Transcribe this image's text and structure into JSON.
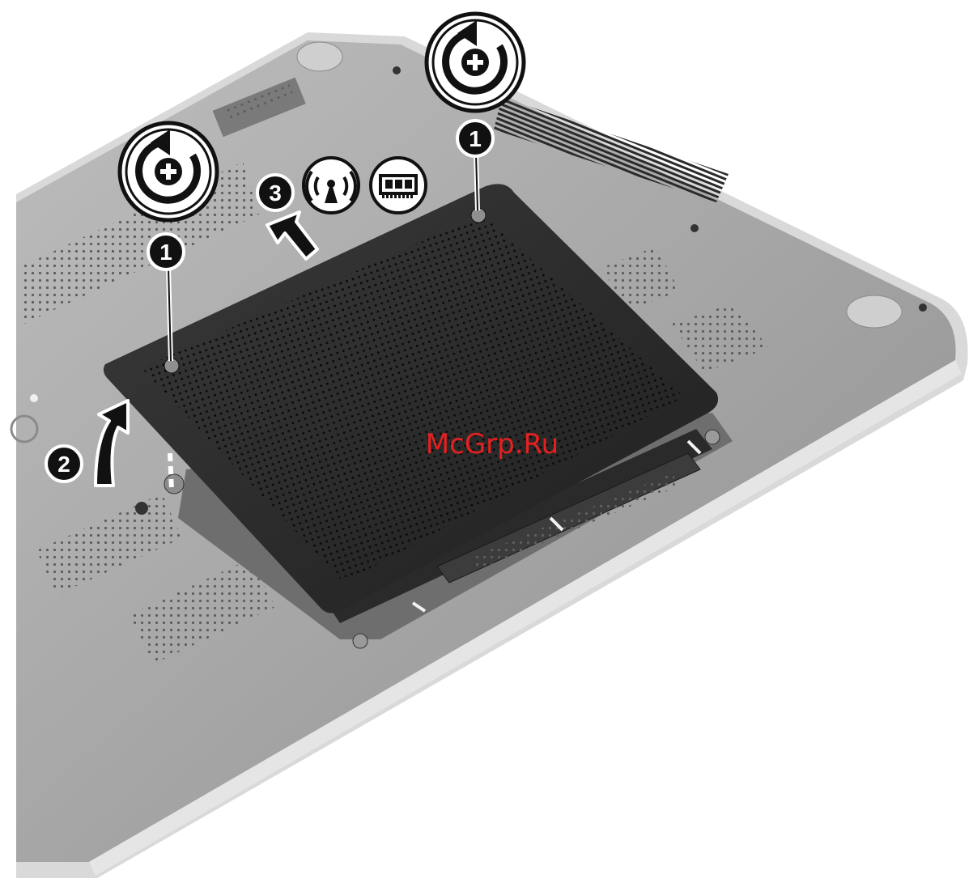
{
  "watermark": "McGrp.Ru",
  "callouts": {
    "step1": "1",
    "step2": "2",
    "step3": "3"
  },
  "icons": [
    "rotate-counterclockwise-screw-icon",
    "wireless-antenna-icon",
    "memory-module-icon",
    "arrow-lift-icon",
    "arrow-slide-icon"
  ],
  "colors": {
    "chassis": "#a9a9a9",
    "chassis_edge": "#cfcfcf",
    "cover": "#2b2b2b",
    "callout_fill": "#111111",
    "watermark": "#e52020"
  }
}
